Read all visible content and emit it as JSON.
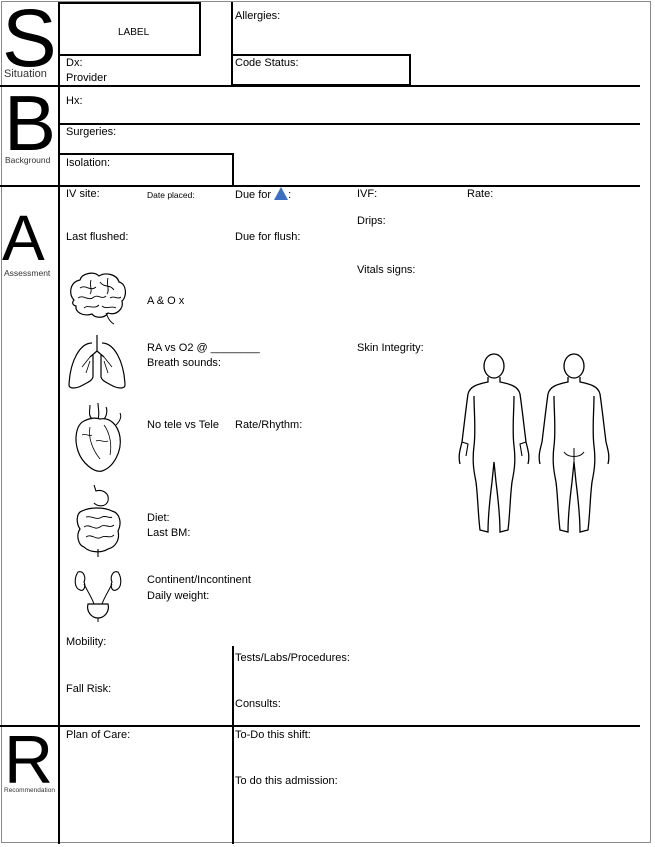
{
  "letters": {
    "s": {
      "letter": "S",
      "label": "Situation"
    },
    "b": {
      "letter": "B",
      "label": "Background"
    },
    "a": {
      "letter": "A",
      "label": "Assessment"
    },
    "r": {
      "letter": "R",
      "label": "Recommendation"
    }
  },
  "situation": {
    "label_box": "LABEL",
    "allergies": "Allergies:",
    "dx": "Dx:",
    "provider": "Provider",
    "code_status": "Code Status:"
  },
  "background": {
    "hx": "Hx:",
    "surgeries": "Surgeries:",
    "isolation": "Isolation:"
  },
  "assessment": {
    "iv_site": "IV site:",
    "date_placed": "Date placed:",
    "due_for": "Due for",
    "due_for_colon": ":",
    "ivf": "IVF:",
    "rate": "Rate:",
    "drips": "Drips:",
    "last_flushed": "Last flushed:",
    "due_for_flush": "Due for flush:",
    "vitals_signs": "Vitals signs:",
    "a_and_o": "A & O x",
    "ra_vs_o2": "RA vs O2 @ ________",
    "breath_sounds": "Breath sounds:",
    "skin_integrity": "Skin Integrity:",
    "tele": "No tele vs Tele",
    "rate_rhythm": "Rate/Rhythm:",
    "diet": "Diet:",
    "last_bm": "Last BM:",
    "continent": "Continent/Incontinent",
    "daily_weight": "Daily weight:",
    "mobility": "Mobility:",
    "tests": "Tests/Labs/Procedures:",
    "fall_risk": "Fall Risk:",
    "consults": "Consults:"
  },
  "recommendation": {
    "plan_of_care": "Plan of Care:",
    "todo_shift": "To-Do this shift:",
    "todo_admission": "To do this admission:"
  },
  "icons": [
    "brain-icon",
    "lungs-icon",
    "heart-icon",
    "intestines-icon",
    "kidneys-icon",
    "body-front-icon",
    "body-back-icon",
    "delta-triangle-icon"
  ],
  "colors": {
    "triangle": "#3b6fc4"
  }
}
